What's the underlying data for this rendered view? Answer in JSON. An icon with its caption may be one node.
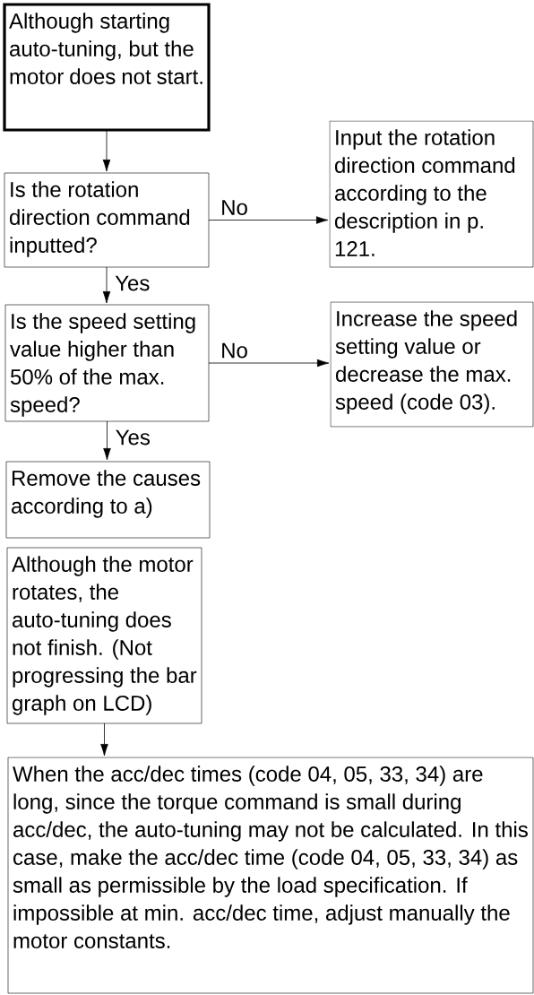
{
  "diagram": {
    "nodes": [
      {
        "text": [
          "Although starting auto-tuning, but the motor does not start."
        ]
      },
      {
        "text": [
          "Is the rotation direction command inputted?"
        ]
      },
      {
        "text": [
          "Input the rotation direction command according to the description in p. 121."
        ]
      },
      {
        "text": [
          "Is the speed setting value higher than 50% of the max. speed?"
        ]
      },
      {
        "text": [
          "Increase the speed setting value or decrease the max. speed (code 03)."
        ]
      },
      {
        "text": [
          "Remove the causes according to a)"
        ]
      },
      {
        "text": [
          "Although the motor rotates, the auto-tuning does not finish. (Not progressing the bar graph on LCD)"
        ]
      },
      {
        "text": [
          "When the acc/dec times (code 04, 05, 33, 34) are long, since the torque command is small during acc/dec, the auto-tuning may not be calculated. In this case, make the acc/dec time (code 04, 05, 33, 34) as small as permissible by the load specification. If impossible at min. acc/dec time, adjust manually the motor constants."
        ]
      }
    ],
    "edges": [
      {
        "from": 0,
        "to": 1,
        "arrow": "to"
      },
      {
        "from": 1,
        "to": 2,
        "arrow": "to",
        "label": "No"
      },
      {
        "from": 1,
        "to": 3,
        "arrow": "to",
        "label": "Yes"
      },
      {
        "from": 3,
        "to": 4,
        "arrow": "to",
        "label": "No"
      },
      {
        "from": 3,
        "to": 5,
        "arrow": "to",
        "label": "Yes"
      },
      {
        "from": 6,
        "to": 7,
        "arrow": "to"
      }
    ]
  }
}
